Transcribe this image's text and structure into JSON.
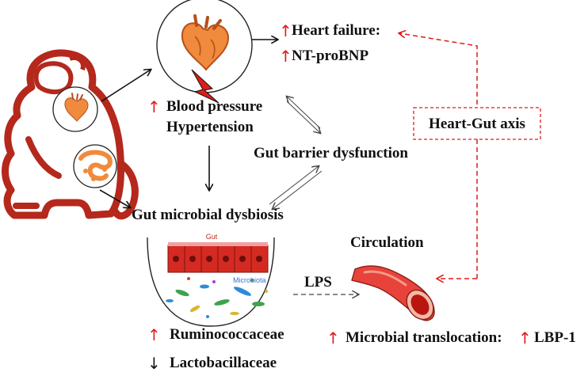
{
  "labels": {
    "heart_failure": "Heart failure:",
    "nt_probnp": "NT-proBNP",
    "blood_pressure": "Blood pressure",
    "hypertension": "Hypertension",
    "gut_barrier": "Gut barrier dysfunction",
    "heart_gut_axis": "Heart-Gut axis",
    "gut_dysbiosis": "Gut microbial dysbiosis",
    "circulation": "Circulation",
    "lps": "LPS",
    "gut_small": "Gut",
    "microbiota_small": "Microbiota",
    "ruminococcaceae": "Ruminococcaceae",
    "lactobacillaceae": "Lactobacillaceae",
    "microbial_translocation": "Microbial translocation:",
    "lbp1": "LBP-1"
  },
  "indicators": {
    "up": "↑",
    "down": "↓"
  },
  "colors": {
    "accent_red": "#e01b1b",
    "monkey_red": "#b5281c",
    "organ_orange": "#f08a3c",
    "villi_red": "#d42a22"
  },
  "icons": [
    "monkey-icon",
    "heart-icon",
    "intestine-icon",
    "lightning-icon",
    "blood-vessel-icon",
    "gut-microbiota-icon"
  ]
}
